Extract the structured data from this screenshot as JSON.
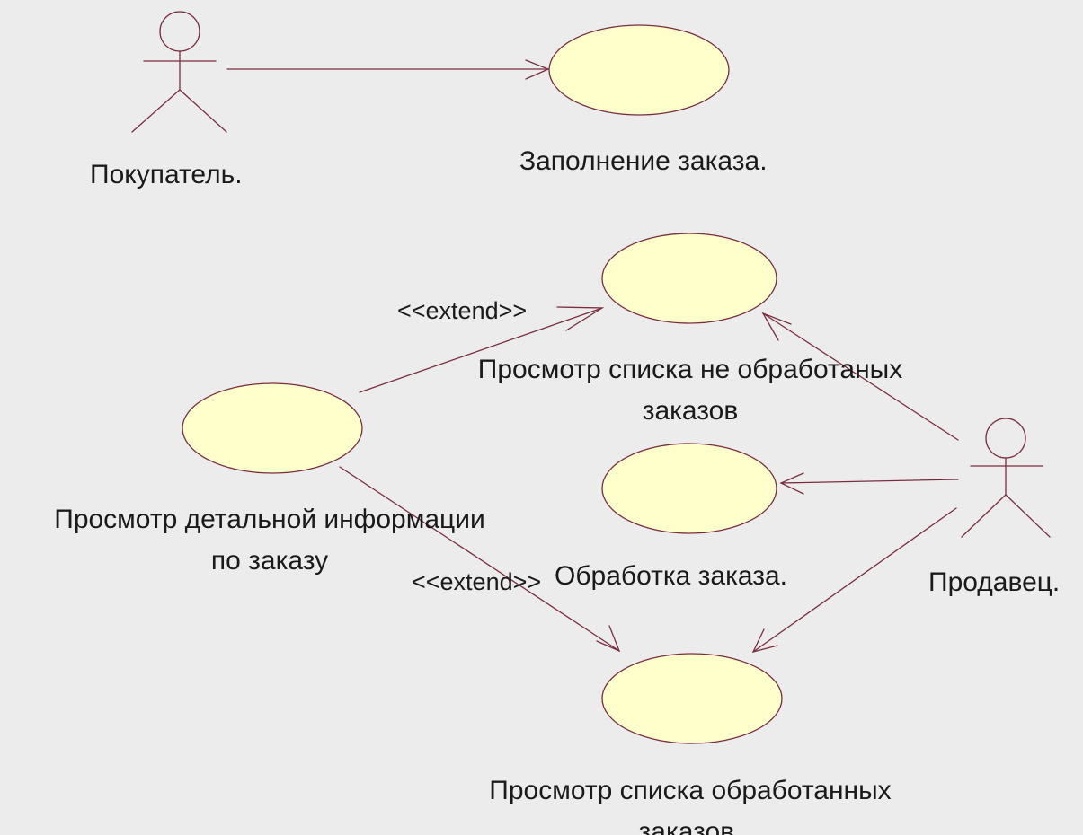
{
  "diagram": {
    "type": "uml-use-case",
    "colors": {
      "background": "#ececec",
      "usecase_fill": "#ffffcc",
      "line": "#7a2d3f",
      "text": "#1a1a1a"
    },
    "actors": [
      {
        "id": "buyer",
        "label": "Покупатель."
      },
      {
        "id": "seller",
        "label": "Продавец."
      }
    ],
    "use_cases": [
      {
        "id": "fill_order",
        "label": "Заполнение заказа."
      },
      {
        "id": "view_unprocessed",
        "label_lines": [
          "Просмотр списка не обработаных",
          "заказов"
        ]
      },
      {
        "id": "view_details",
        "label_lines": [
          "Просмотр детальной информации",
          "по заказу"
        ]
      },
      {
        "id": "process_order",
        "label": "Обработка заказа."
      },
      {
        "id": "view_processed",
        "label_lines": [
          "Просмотр списка обработанных",
          "заказов."
        ]
      }
    ],
    "relations": [
      {
        "from": "buyer",
        "to": "fill_order",
        "kind": "association"
      },
      {
        "from": "view_details",
        "to": "view_unprocessed",
        "kind": "extend",
        "stereotype": "<<extend>>"
      },
      {
        "from": "view_details",
        "to": "view_processed",
        "kind": "extend",
        "stereotype": "<<extend>>"
      },
      {
        "from": "seller",
        "to": "view_unprocessed",
        "kind": "association"
      },
      {
        "from": "seller",
        "to": "process_order",
        "kind": "association"
      },
      {
        "from": "seller",
        "to": "view_processed",
        "kind": "association"
      }
    ]
  }
}
